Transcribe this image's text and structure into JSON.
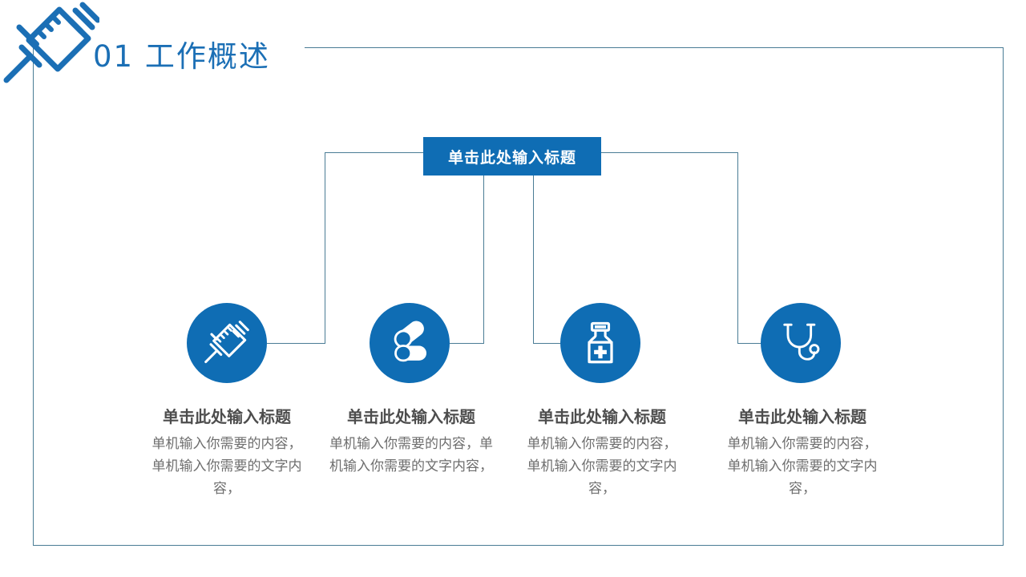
{
  "slide": {
    "header": {
      "number": "01",
      "title": "01  工作概述",
      "icon": "syringe-icon",
      "color": "#1B6FB5"
    },
    "center_box": {
      "label": "单击此处输入标题",
      "background": "#0F6DB4",
      "text_color": "#FFFFFF"
    },
    "frame_color": "#4A7C95",
    "accent_color": "#0F6DB4",
    "columns": [
      {
        "icon": "syringe-icon",
        "title": "单击此处输入标题",
        "body": "单机输入你需要的内容，单机输入你需要的文字内容，"
      },
      {
        "icon": "pills-capsule-icon",
        "title": "单击此处输入标题",
        "body": "单机输入你需要的内容，单机输入你需要的文字内容，"
      },
      {
        "icon": "medicine-bottle-icon",
        "title": "单击此处输入标题",
        "body": "单机输入你需要的内容，单机输入你需要的文字内容，"
      },
      {
        "icon": "stethoscope-icon",
        "title": "单击此处输入标题",
        "body": "单机输入你需要的内容，单机输入你需要的文字内容，"
      }
    ]
  }
}
